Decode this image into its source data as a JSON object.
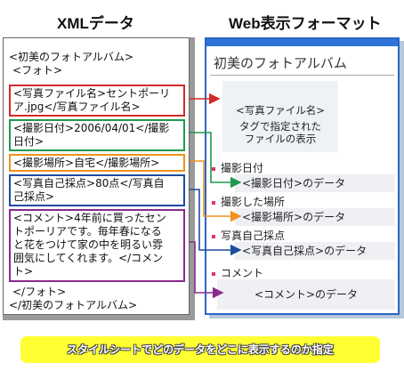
{
  "titles": {
    "xml": "XMLデータ",
    "web": "Web表示フォーマット"
  },
  "xml": {
    "line_album_open": "<初美のフォトアルバム>",
    "line_photo_open": "<フォト>",
    "box_file": [
      "<写真ファイル名>セントポーリ",
      "ア.jpg</写真ファイル名>"
    ],
    "box_date": [
      "<撮影日付>2006/04/01</撮影",
      "日付>"
    ],
    "box_place": [
      "<撮影場所>自宅</撮影場所>"
    ],
    "box_score": [
      "<写真自己採点>80点</写真自",
      "己採点>"
    ],
    "box_comment": [
      "<コメント>4年前に買ったセン",
      "トポーリアです。毎年春になる",
      "と花をつけて家の中を明るい雰",
      "囲気にしてくれます。</コメン",
      "ト>"
    ],
    "line_photo_close": "</フォト>",
    "line_album_close": "</初美のフォトアルバム>"
  },
  "web": {
    "page_title": "初美のフォトアルバム",
    "image_text": [
      "<写真ファイル名>",
      "タグで指定された",
      "ファイルの表示"
    ],
    "label_date": "撮影日付",
    "data_date": "<撮影日付>のデータ",
    "label_place": "撮影した場所",
    "data_place": "<撮影場所>のデータ",
    "label_score": "写真自己採点",
    "data_score": "<写真自己採点>のデータ",
    "label_comment": "コメント",
    "data_comment": "<コメント>のデータ"
  },
  "caption": "スタイルシートでどのデータをどこに表示するのか指定",
  "colors": {
    "file": "#d22a2a",
    "date": "#1f9a4e",
    "place": "#f0921c",
    "score": "#1d4d9e",
    "comment": "#8a2a8e",
    "web_border": "#2a66c8",
    "caption_bg": "#ffff33"
  }
}
